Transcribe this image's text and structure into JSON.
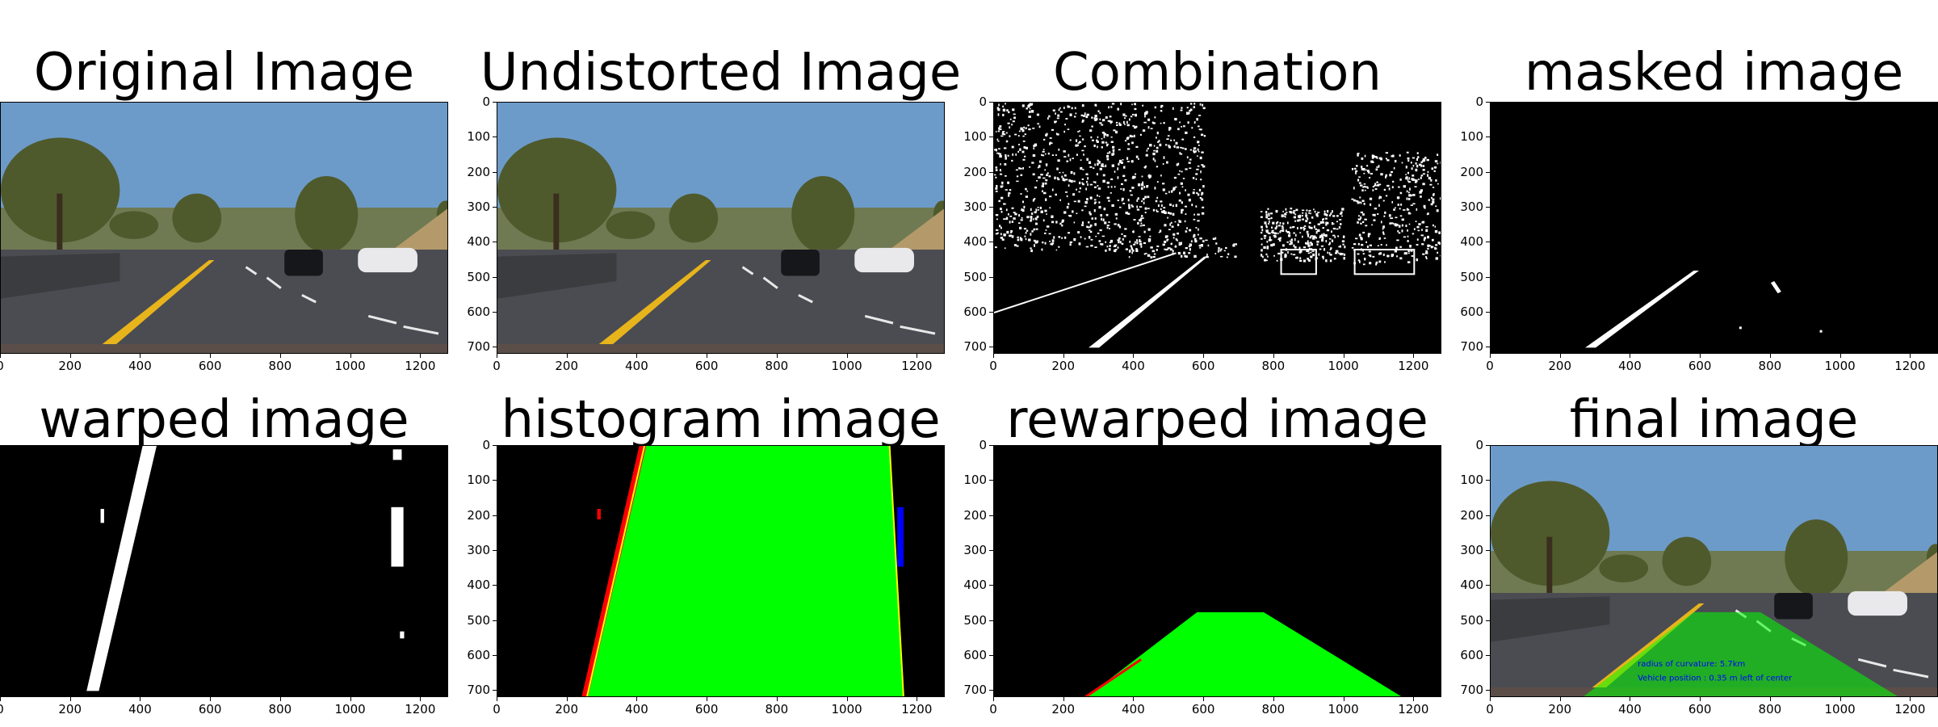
{
  "panels": [
    {
      "id": "original",
      "title": "Original Image",
      "yticks": false,
      "kind": "road"
    },
    {
      "id": "undistorted",
      "title": "Undistorted Image",
      "yticks": true,
      "kind": "road"
    },
    {
      "id": "combination",
      "title": "Combination",
      "yticks": true,
      "kind": "binary"
    },
    {
      "id": "masked",
      "title": "masked image",
      "yticks": true,
      "kind": "masked"
    },
    {
      "id": "warped",
      "title": "warped image",
      "yticks": false,
      "kind": "warped"
    },
    {
      "id": "histogram",
      "title": "histogram image",
      "yticks": true,
      "kind": "histogram"
    },
    {
      "id": "rewarped",
      "title": "rewarped image",
      "yticks": true,
      "kind": "rewarped"
    },
    {
      "id": "final",
      "title": "final image",
      "yticks": true,
      "kind": "final"
    }
  ],
  "axes": {
    "x_ticks": [
      0,
      200,
      400,
      600,
      800,
      1000,
      1200
    ],
    "y_ticks": [
      0,
      100,
      200,
      300,
      400,
      500,
      600,
      700
    ],
    "x_range": [
      0,
      1280
    ],
    "y_range": [
      0,
      720
    ]
  },
  "final_overlay": {
    "curvature_text": "radius of curvature: 5.7km",
    "position_text": "Vehicle position : 0.35 m left of center"
  },
  "colors": {
    "lane_fill": "#00ff00",
    "left_lane": "#ff0000",
    "right_lane": "#0000ff",
    "fit_line": "#ffff00",
    "sky": "#6d9bc9",
    "road": "#4a4c52",
    "yellow_line": "#e8b41c"
  }
}
